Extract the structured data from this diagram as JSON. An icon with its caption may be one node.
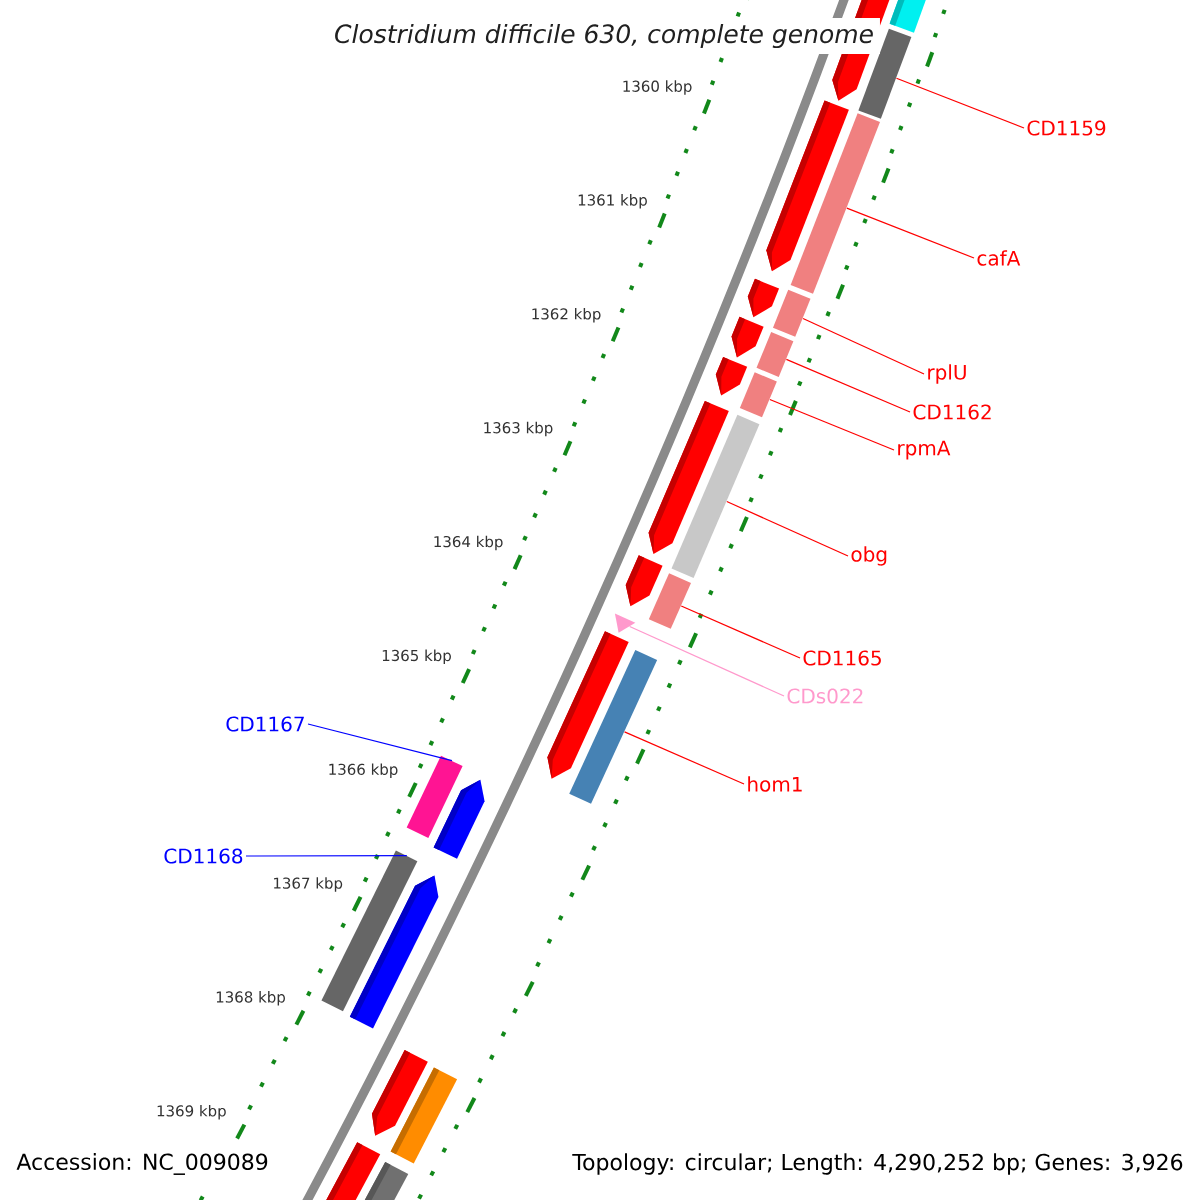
{
  "diagram": {
    "title": "Clostridium difficile 630, complete genome",
    "nodes": [
      {
        "text": [
          "CD1159"
        ]
      },
      {
        "text": [],
        "shape": "bar"
      },
      {
        "text": [
          "cafA"
        ]
      },
      {
        "text": [],
        "shape": "bar"
      },
      {
        "text": [
          "rplU"
        ]
      },
      {
        "text": [],
        "shape": "bar"
      },
      {
        "text": [
          "CD1162"
        ]
      },
      {
        "text": [],
        "shape": "bar"
      },
      {
        "text": [
          "rpmA"
        ]
      },
      {
        "text": [],
        "shape": "bar"
      },
      {
        "text": [
          "obg"
        ]
      },
      {
        "text": [],
        "shape": "bar"
      },
      {
        "text": [
          "CD1165"
        ]
      },
      {
        "text": [],
        "shape": "bar"
      },
      {
        "text": [
          "CDs022"
        ]
      },
      {
        "text": [],
        "shape": "triangle"
      },
      {
        "text": [
          "hom1"
        ]
      },
      {
        "text": [],
        "shape": "bar"
      },
      {
        "text": [
          "CD1167"
        ]
      },
      {
        "text": [],
        "shape": "bar"
      },
      {
        "text": [
          "CD1168"
        ]
      },
      {
        "text": [],
        "shape": "bar"
      }
    ],
    "edges": [
      {
        "from": 0,
        "to": 1,
        "arrow": "none"
      },
      {
        "from": 2,
        "to": 3,
        "arrow": "none"
      },
      {
        "from": 4,
        "to": 5,
        "arrow": "none"
      },
      {
        "from": 6,
        "to": 7,
        "arrow": "none"
      },
      {
        "from": 8,
        "to": 9,
        "arrow": "none"
      },
      {
        "from": 10,
        "to": 11,
        "arrow": "none"
      },
      {
        "from": 12,
        "to": 13,
        "arrow": "none"
      },
      {
        "from": 14,
        "to": 15,
        "arrow": "none",
        "color": "#ff99cc"
      },
      {
        "from": 16,
        "to": 17,
        "arrow": "none"
      },
      {
        "from": 18,
        "to": 19,
        "arrow": "none",
        "color": "#0000ff"
      },
      {
        "from": 20,
        "to": 21,
        "arrow": "none",
        "color": "#0000ff"
      }
    ],
    "labels": [
      "1360 kbp",
      "1361 kbp",
      "1362 kbp",
      "1363 kbp",
      "1364 kbp",
      "1365 kbp",
      "1366 kbp",
      "1367 kbp",
      "1368 kbp",
      "1369 kbp",
      "Accession: NC_009089",
      "Topology: circular; Length: 4,290,252 bp; Genes: 3,926"
    ]
  }
}
